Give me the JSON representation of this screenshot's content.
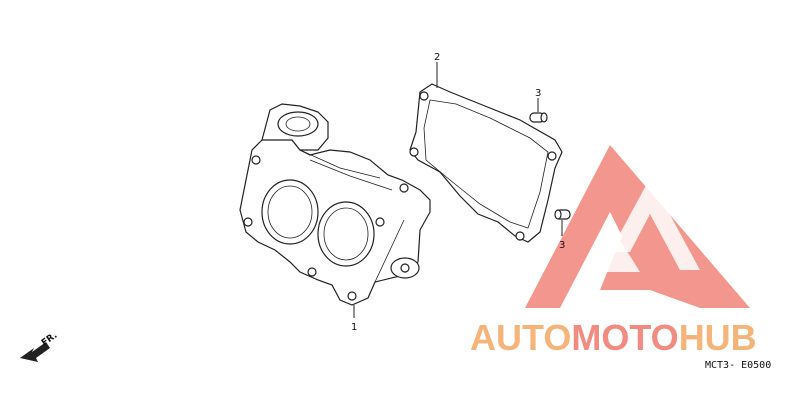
{
  "callouts": {
    "part_1": "1",
    "part_2": "2",
    "part_3_upper": "3",
    "part_3_lower": "3"
  },
  "direction_label": "FR.",
  "diagram_code": "MCT3- E0500",
  "watermark": {
    "brand_auto": "AUTO",
    "brand_moto": "MOTO",
    "brand_hub": "HUB",
    "color_auto": "#f5b57a",
    "color_moto": "#f28b82",
    "color_hub": "#f5b57a",
    "color_triangle": "#f28b82"
  },
  "icons": [
    "front-direction-arrow-icon",
    "watermark-triangle-logo"
  ]
}
